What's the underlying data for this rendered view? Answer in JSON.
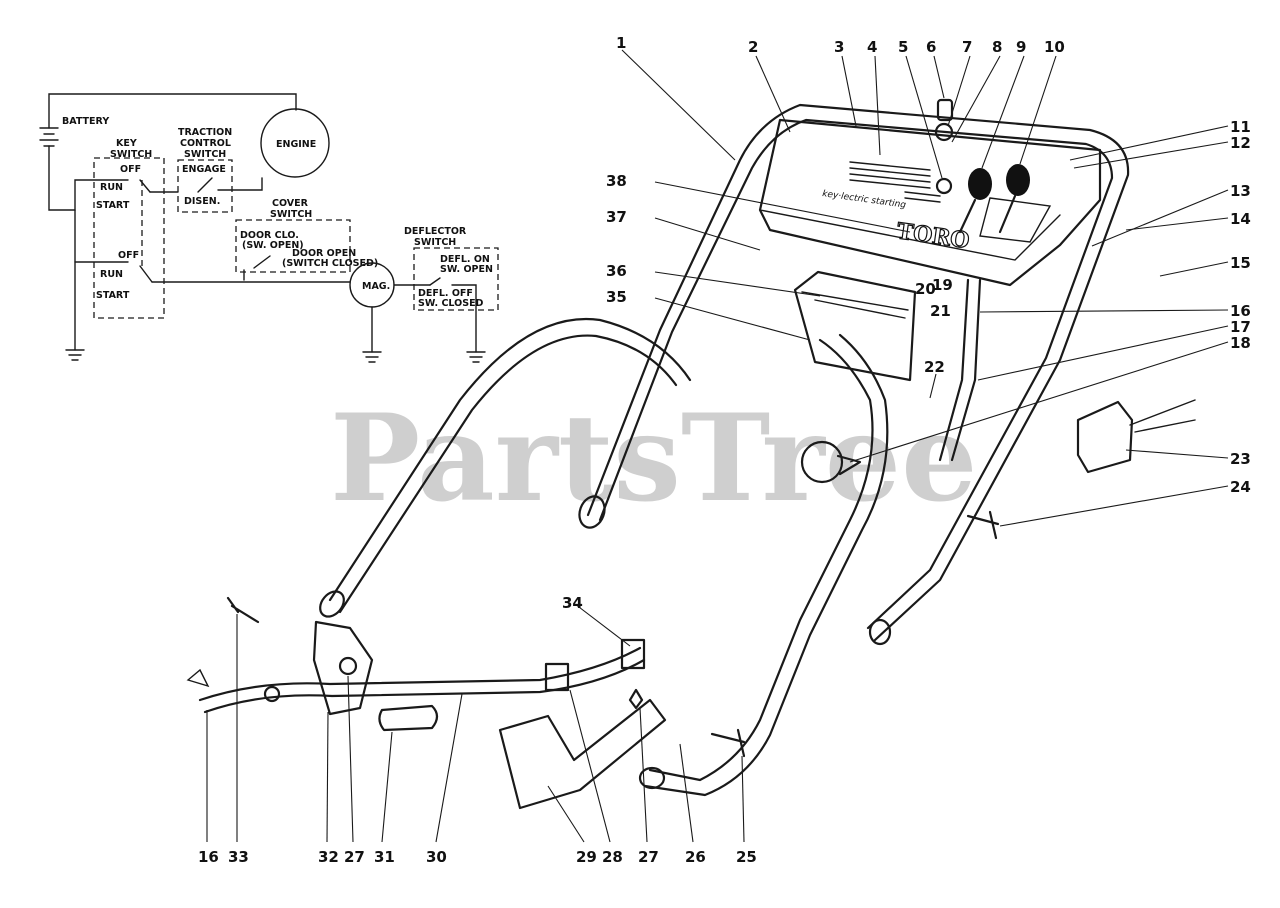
{
  "watermark": "PartsTree",
  "console": {
    "decal_text": "key·lectric  starting",
    "brand": "TORO"
  },
  "schematic": {
    "battery": "BATTERY",
    "engine": "ENGINE",
    "key_switch": [
      "KEY",
      "SWITCH"
    ],
    "key_off_1": "OFF",
    "key_run_1": "RUN",
    "key_start_1": "START",
    "key_off_2": "OFF",
    "key_run_2": "RUN",
    "key_start_2": "START",
    "traction": [
      "TRACTION",
      "CONTROL",
      "SWITCH"
    ],
    "engage": "ENGAGE",
    "disen": "DISEN.",
    "cover_switch": [
      "COVER",
      "SWITCH"
    ],
    "door_clo": [
      "DOOR CLO.",
      "(SW. OPEN)"
    ],
    "door_open": [
      "DOOR OPEN",
      "(SWITCH CLOSED)"
    ],
    "mag": "MAG.",
    "deflector": [
      "DEFLECTOR",
      "SWITCH"
    ],
    "defl_on": [
      "DEFL. ON",
      "SW. OPEN"
    ],
    "defl_off": [
      "DEFL. OFF",
      "SW. CLOSED"
    ]
  },
  "callouts": [
    "1",
    "2",
    "3",
    "4",
    "5",
    "6",
    "7",
    "8",
    "9",
    "10",
    "11",
    "12",
    "13",
    "14",
    "15",
    "16",
    "17",
    "18",
    "19",
    "20",
    "21",
    "22",
    "23",
    "24",
    "25",
    "26",
    "27",
    "28",
    "29",
    "30",
    "31",
    "32",
    "33",
    "34",
    "35",
    "36",
    "37",
    "38",
    "16",
    "27"
  ]
}
